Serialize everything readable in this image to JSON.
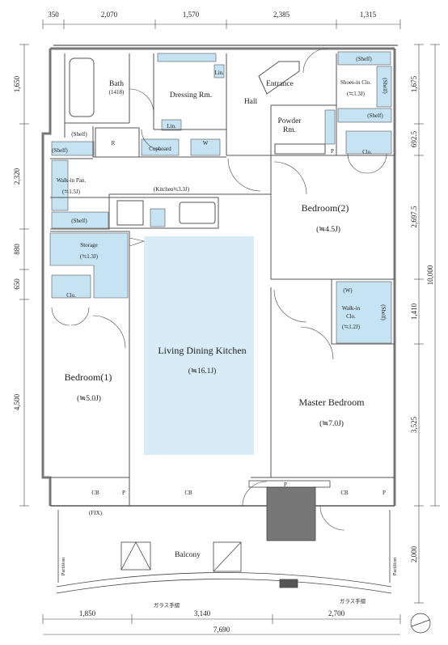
{
  "dimensions": {
    "top": [
      "350",
      "2,070",
      "1,570",
      "2,385",
      "1,315"
    ],
    "bottom": [
      "1,850",
      "3,140",
      "2,700"
    ],
    "bottom_total": "7,690",
    "left": [
      "1,650",
      "2,320",
      "880",
      "650",
      "4,500"
    ],
    "right": [
      "1,675",
      "692.5",
      "2,697.5",
      "1,410",
      "3,525",
      "2,000"
    ],
    "right_total": "10,000"
  },
  "rooms": {
    "bath": "Bath",
    "bath_size": "(1418)",
    "dressing": "Dressing Rm.",
    "lin1": "Lin.",
    "lin2": "Lin.",
    "washer": "W",
    "hall": "Hall",
    "entrance": "Entrance",
    "shoes_in": "Shoes-in Clo.",
    "shoes_in_size": "(≒1.3J)",
    "shelf_a": "(Shelf)",
    "shelf_b": "(Shelf)",
    "shelf_c": "(Shelf)",
    "powder": "Powder",
    "powder_rm": "Rm.",
    "p_powder": "P",
    "clo_bed2": "Clo.",
    "fridge": "R",
    "cupboard": "Cupboard",
    "shelf_top": "(Shelf)",
    "shelf_left": "(Shelf)",
    "walkin_pan": "Walk-in Pan.",
    "walkin_pan_size": "(≒1.5J)",
    "shelf_pan": "(Shelf)",
    "kitchen": "(Kitchen≒3.3J)",
    "bedroom2": "Bedroom(2)",
    "bedroom2_size": "(≒4.5J)",
    "storage": "Storage",
    "storage_size": "(≒1.3J)",
    "clo_bed1": "Clo.",
    "ldk": "Living Dining Kitchen",
    "ldk_size": "(≒16.1J)",
    "wic_w": "(W)",
    "wic": "Walk-in",
    "wic_clo": "Clo.",
    "wic_size": "(≒1.2J)",
    "wic_shelf": "(Shelf)",
    "bedroom1": "Bedroom(1)",
    "bedroom1_size": "(≒5.0J)",
    "master": "Master Bedroom",
    "master_size": "(≒7.0J)",
    "cb1": "CB",
    "cb2": "CB",
    "cb3": "CB",
    "p1": "P",
    "p2": "P",
    "p3": "P",
    "fix": "(FIX)",
    "balcony": "Balcony",
    "partition": "Partition",
    "glass_rail_1": "ガラス手摺",
    "glass_rail_2": "ガラス手摺"
  },
  "colors": {
    "fixture_blue": "#c5e3f3",
    "ldk_blue": "#d7ecf7",
    "wall": "#777777",
    "line": "#333333"
  }
}
